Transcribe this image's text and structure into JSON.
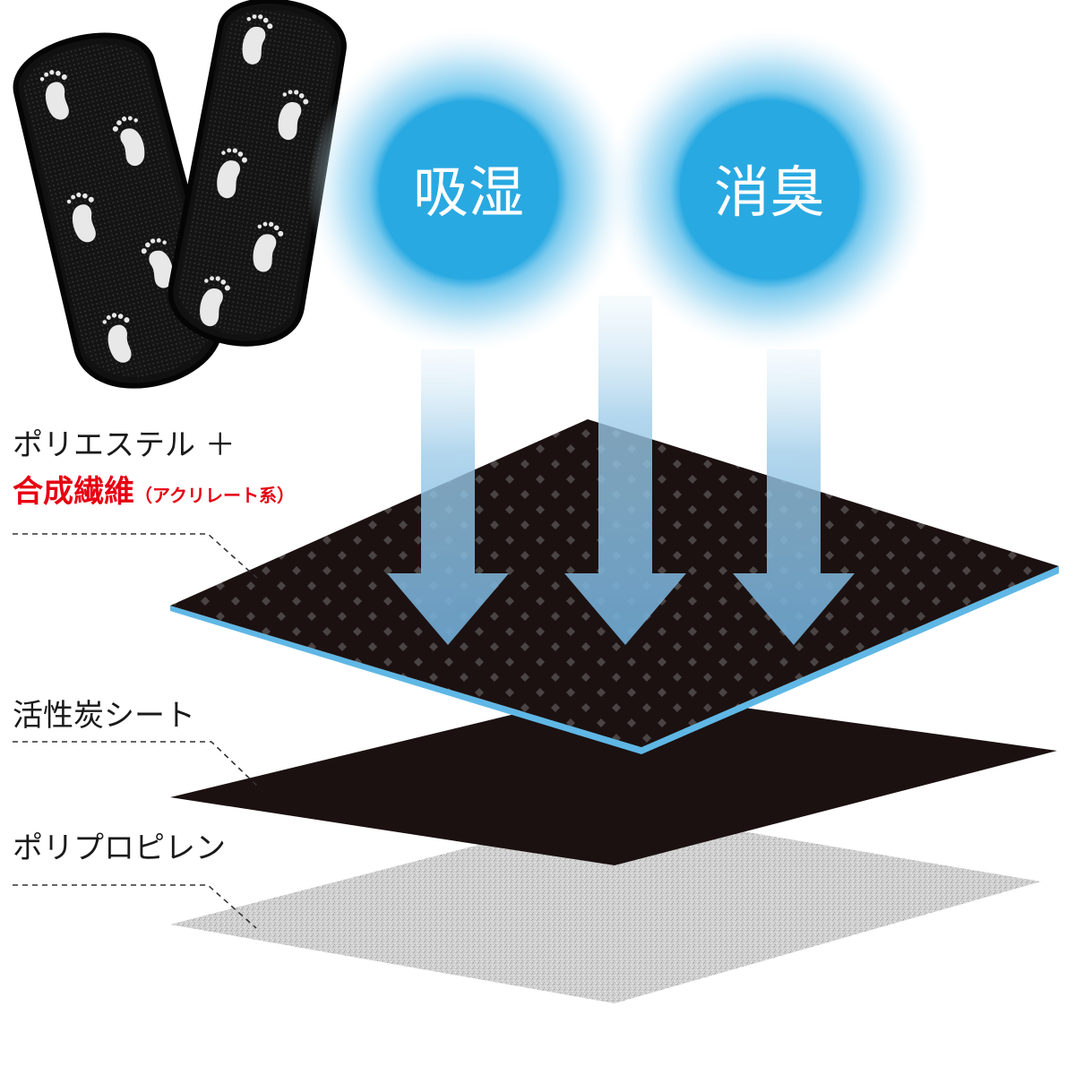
{
  "functions": [
    {
      "label": "吸湿"
    },
    {
      "label": "消臭"
    }
  ],
  "layers": [
    {
      "name_top": "ポリエステル ＋",
      "name_main": "合成繊維",
      "name_sub": "（アクリレート系）"
    },
    {
      "name_main": "活性炭シート"
    },
    {
      "name_main": "ポリプロピレン"
    }
  ],
  "colors": {
    "accent_red": "#e60012",
    "bubble_blue": "#29a9e1",
    "arrow_blue": "#7ab6da",
    "sheet_dark": "#1b1110",
    "sheet_gray": "#c8c8c8",
    "edge_blue": "#5fb7e5"
  },
  "icons": [
    "insole-icon",
    "footprint-icon"
  ]
}
